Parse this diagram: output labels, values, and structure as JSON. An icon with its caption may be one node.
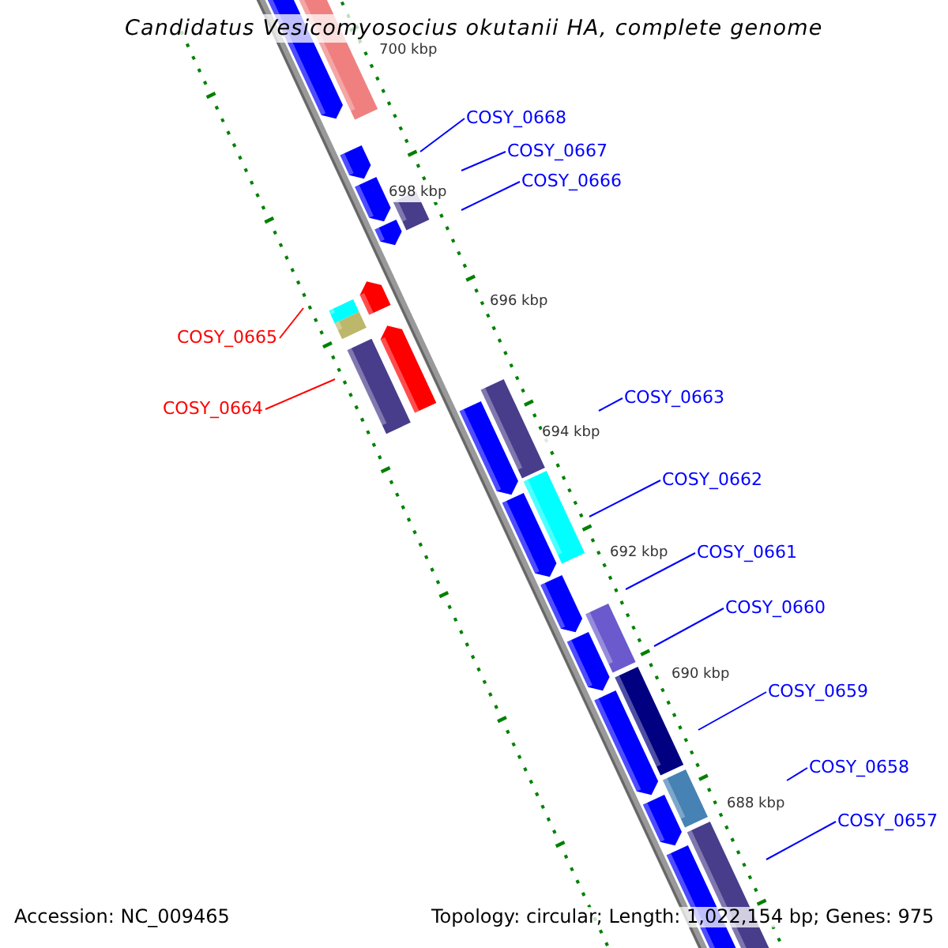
{
  "diagram": {
    "title": "Candidatus Vesicomyosocius okutanii HA, complete genome",
    "nodes": [
      {
        "text": [
          "COSY_0668"
        ]
      },
      {
        "text": [
          "COSY_0667"
        ]
      },
      {
        "text": [
          "COSY_0666"
        ]
      },
      {
        "text": [
          "COSY_0665"
        ]
      },
      {
        "text": [
          "COSY_0664"
        ]
      },
      {
        "text": [
          "COSY_0663"
        ]
      },
      {
        "text": [
          "COSY_0662"
        ]
      },
      {
        "text": [
          "COSY_0661"
        ]
      },
      {
        "text": [
          "COSY_0660"
        ]
      },
      {
        "text": [
          "COSY_0659"
        ]
      },
      {
        "text": [
          "COSY_0658"
        ]
      },
      {
        "text": [
          "COSY_0657"
        ]
      }
    ],
    "edges": [
      {
        "from": 0,
        "to": null,
        "arrow": "none"
      },
      {
        "from": 1,
        "to": null,
        "arrow": "none"
      },
      {
        "from": 2,
        "to": null,
        "arrow": "none"
      },
      {
        "from": 3,
        "to": null,
        "arrow": "none",
        "color": "#ff0000"
      },
      {
        "from": 4,
        "to": null,
        "arrow": "none",
        "color": "#ff0000"
      },
      {
        "from": 5,
        "to": null,
        "arrow": "none"
      },
      {
        "from": 6,
        "to": null,
        "arrow": "none"
      },
      {
        "from": 7,
        "to": null,
        "arrow": "none"
      },
      {
        "from": 8,
        "to": null,
        "arrow": "none"
      },
      {
        "from": 9,
        "to": null,
        "arrow": "none"
      },
      {
        "from": 10,
        "to": null,
        "arrow": "none"
      },
      {
        "from": 11,
        "to": null,
        "arrow": "none"
      }
    ],
    "labels": [
      "700 kbp",
      "698 kbp",
      "696 kbp",
      "694 kbp",
      "692 kbp",
      "690 kbp",
      "688 kbp",
      "Accession: NC_009465",
      "Topology: circular; Length: 1,022,154 bp; Genes: 975"
    ]
  }
}
